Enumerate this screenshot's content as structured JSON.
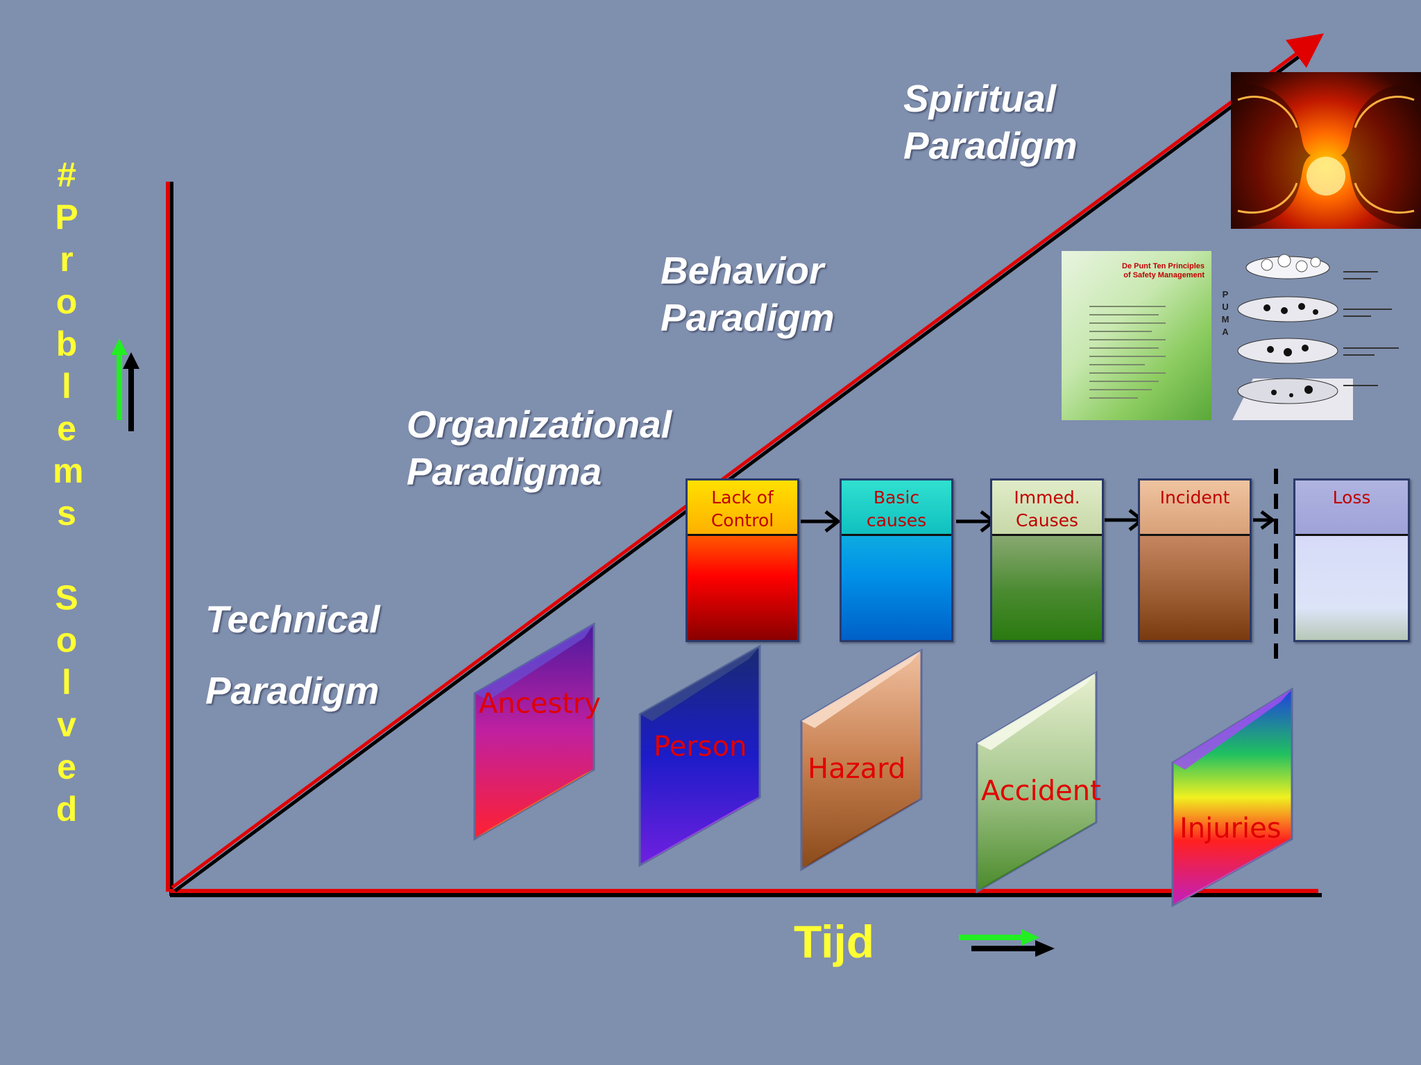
{
  "y_axis": {
    "hash": "#",
    "letters_problems": [
      "P",
      "r",
      "o",
      "b",
      "l",
      "e",
      "m",
      "s"
    ],
    "letters_solved": [
      "S",
      "o",
      "l",
      "v",
      "e",
      "d"
    ]
  },
  "x_axis": {
    "label": "Tijd"
  },
  "paradigms": {
    "technical": [
      "Technical",
      "Paradigm"
    ],
    "organizational": [
      "Organizational",
      "Paradigma"
    ],
    "behavior": [
      "Behavior",
      "Paradigm"
    ],
    "spiritual": [
      "Spiritual",
      "Paradigm"
    ]
  },
  "chain": [
    {
      "line1": "Lack of",
      "line2": "Control",
      "top_color": "#ffd900",
      "top_color2": "#ffb000"
    },
    {
      "line1": "Basic",
      "line2": "causes",
      "top_color": "#22d8d0",
      "top_color2": "#10c0c0"
    },
    {
      "line1": "Immed.",
      "line2": "Causes",
      "top_color": "#d8e6b8",
      "top_color2": "#c4d6a0"
    },
    {
      "line1": "Incident",
      "line2": "",
      "top_color": "#e8b890",
      "top_color2": "#d8a070"
    },
    {
      "line1": "Loss",
      "line2": "",
      "top_color": "#a8acdc",
      "top_color2": "#9a9ed4"
    }
  ],
  "tiles": [
    "Ancestry",
    "Person",
    "Hazard",
    "Accident",
    "Injuries"
  ],
  "thumbnails": {
    "green_doc_title": "De Punt Ten Principles of Safety Management",
    "puma_letters": [
      "P",
      "U",
      "M",
      "A"
    ]
  },
  "colors": {
    "background": "#7f8fae",
    "accent_red": "#e00000",
    "label_yellow": "#ffff33"
  }
}
